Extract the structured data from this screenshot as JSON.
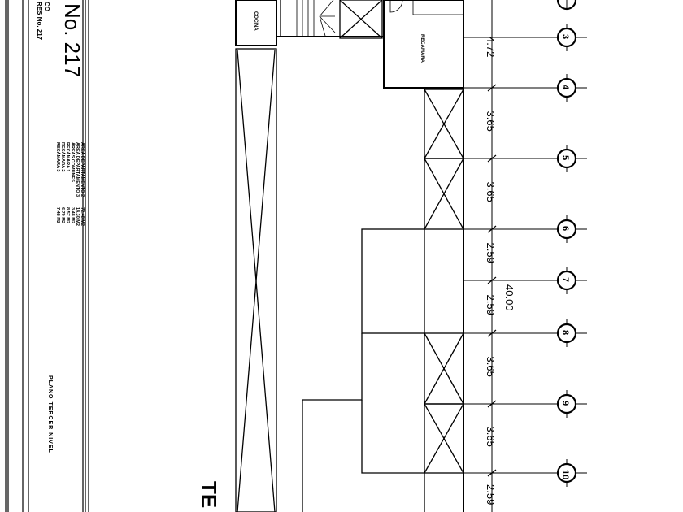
{
  "title_block": {
    "number": "No. 217",
    "line1": "CO",
    "line2": "RES No. 217",
    "area_labels": [
      "ÁREA DEPARTAMENTO 2",
      "ÁREA DEPARTAMENTO 3",
      "ÁREAS COMUNES",
      "RECÁMARA 1",
      "RECÁMARA 2",
      "RECÁMARA 3"
    ],
    "area_values": [
      "72.48 M2",
      "14.30 M2",
      "3.48 M2",
      "8.57 M2",
      "6.70 M2",
      "7.48 M2"
    ],
    "sheet_name": "PLANO TERCER NIVEL"
  },
  "plan": {
    "rooms": {
      "kitchen": "COCINA",
      "bedroom": "RECAMARA"
    },
    "level_title": "TE",
    "dimensions": [
      "4.72",
      "3.65",
      "3.65",
      "2.59",
      "2.59",
      "3.65",
      "3.65",
      "2.59"
    ],
    "total_dimension": "40.00",
    "axes": [
      "3",
      "4",
      "5",
      "6",
      "7",
      "8",
      "9",
      "10"
    ]
  }
}
